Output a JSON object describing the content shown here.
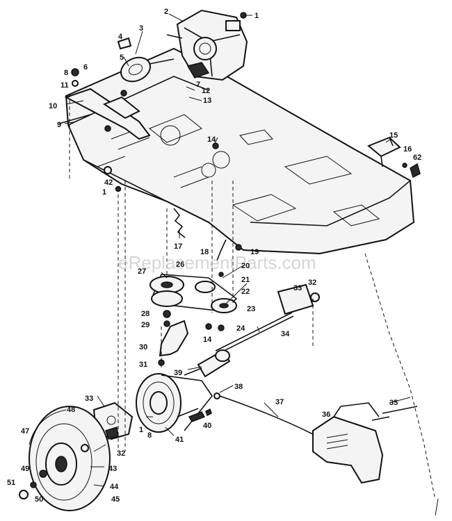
{
  "watermark": "eReplacementParts.com",
  "callouts": {
    "c1a": "1",
    "c2": "2",
    "c3": "3",
    "c4": "4",
    "c5": "5",
    "c6": "6",
    "c8a": "8",
    "c11": "11",
    "c10": "10",
    "c9": "9",
    "c7": "7",
    "c12": "12",
    "c13": "13",
    "c14a": "14",
    "c15": "15",
    "c16": "16",
    "c62": "62",
    "c42": "42",
    "c1b": "1",
    "c17": "17",
    "c18a": "18",
    "c19": "19",
    "c27": "27",
    "c26": "26",
    "c20": "20",
    "c21": "21",
    "c22": "22",
    "c23": "23",
    "c33a": "33",
    "c32a": "32",
    "c28": "28",
    "c29": "29",
    "c14b": "14",
    "c24": "24",
    "c34": "34",
    "c30": "30",
    "c31": "31",
    "c39": "39",
    "c38": "38",
    "c33b": "33",
    "c37": "37",
    "c35": "35",
    "c36": "36",
    "c48": "48",
    "c47": "47",
    "c8b": "8",
    "c1c": "1",
    "c41": "41",
    "c40": "40",
    "c32b": "32",
    "c43": "43",
    "c49": "49",
    "c44": "44",
    "c51": "51",
    "c50": "50",
    "c45": "45"
  }
}
